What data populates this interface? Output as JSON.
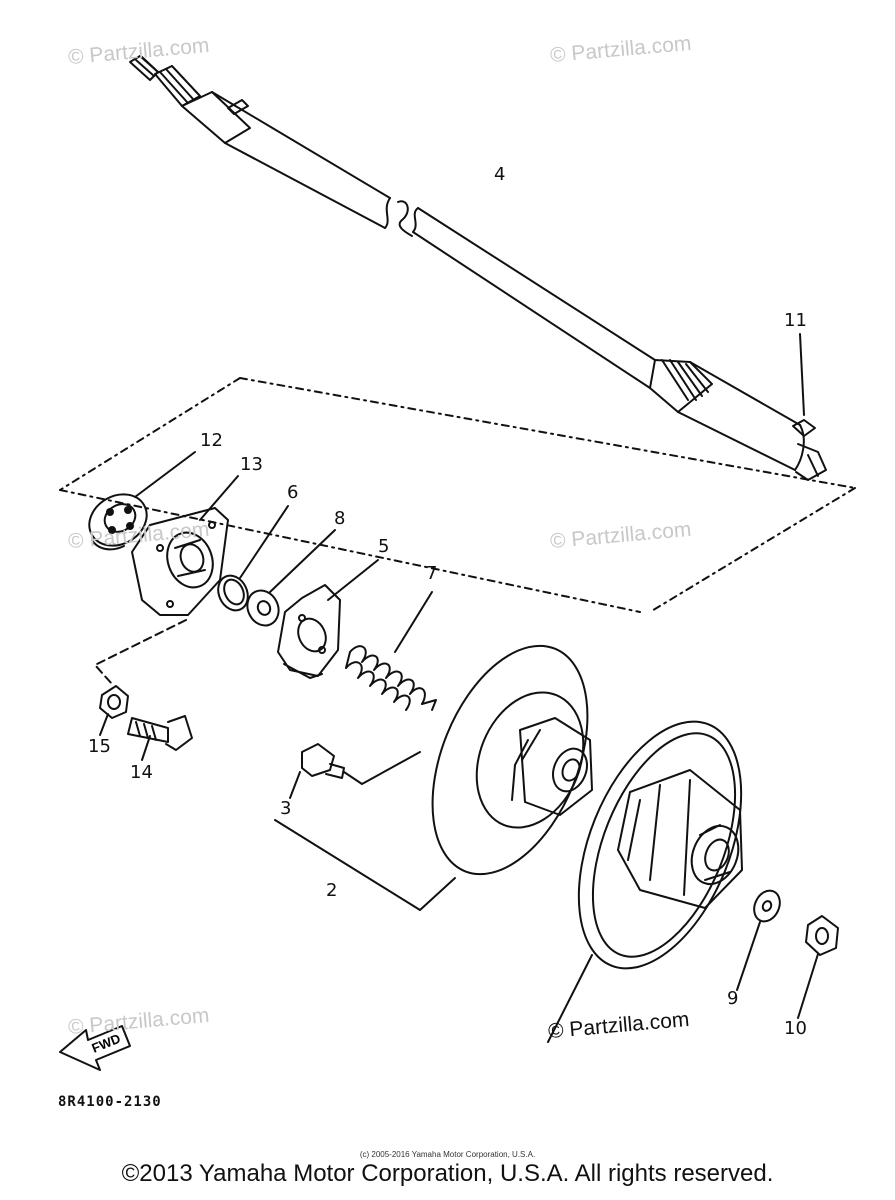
{
  "diagram": {
    "drawing_code": "8R4100-2130",
    "fwd_label": "FWD",
    "callouts": [
      "12",
      "13",
      "6",
      "8",
      "5",
      "7",
      "4",
      "11",
      "15",
      "14",
      "3",
      "2",
      "9",
      "10"
    ],
    "watermark": "© Partzilla.com",
    "watermark_dark": "© Partzilla.com",
    "copyright_small": "(c) 2005-2016 Yamaha Motor Corporation, U.S.A.",
    "copyright": "©2013 Yamaha Motor Corporation, U.S.A. All rights reserved."
  }
}
